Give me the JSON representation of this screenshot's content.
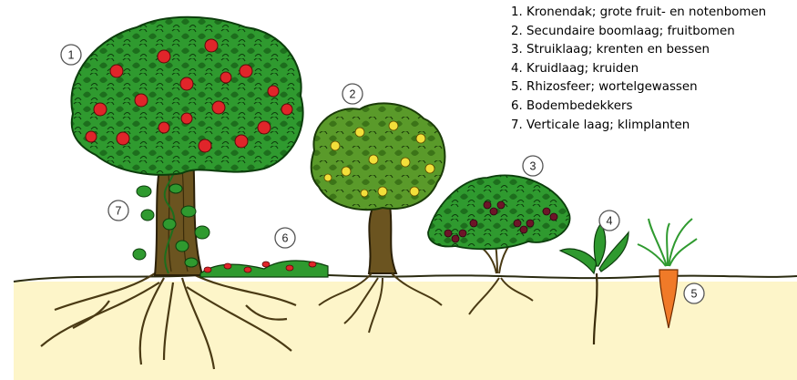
{
  "legend": [
    "1. Kronendak; grote fruit- en notenbomen",
    "2. Secundaire boomlaag; fruitbomen",
    "3. Struiklaag; krenten en bessen",
    "4. Kruidlaag; kruiden",
    "5. Rhizosfeer; wortelgewassen",
    "6. Bodembedekkers",
    "7. Verticale laag; klimplanten"
  ],
  "markers": [
    "1",
    "2",
    "3",
    "4",
    "5",
    "6",
    "7"
  ],
  "colors": {
    "soil": "#fdf5c9",
    "foliage": "#2f9a2f",
    "trunk": "#6b5420",
    "apple": "#e0252a",
    "pear": "#f2df3a",
    "berry": "#6d1528",
    "carrot": "#f07a28"
  }
}
